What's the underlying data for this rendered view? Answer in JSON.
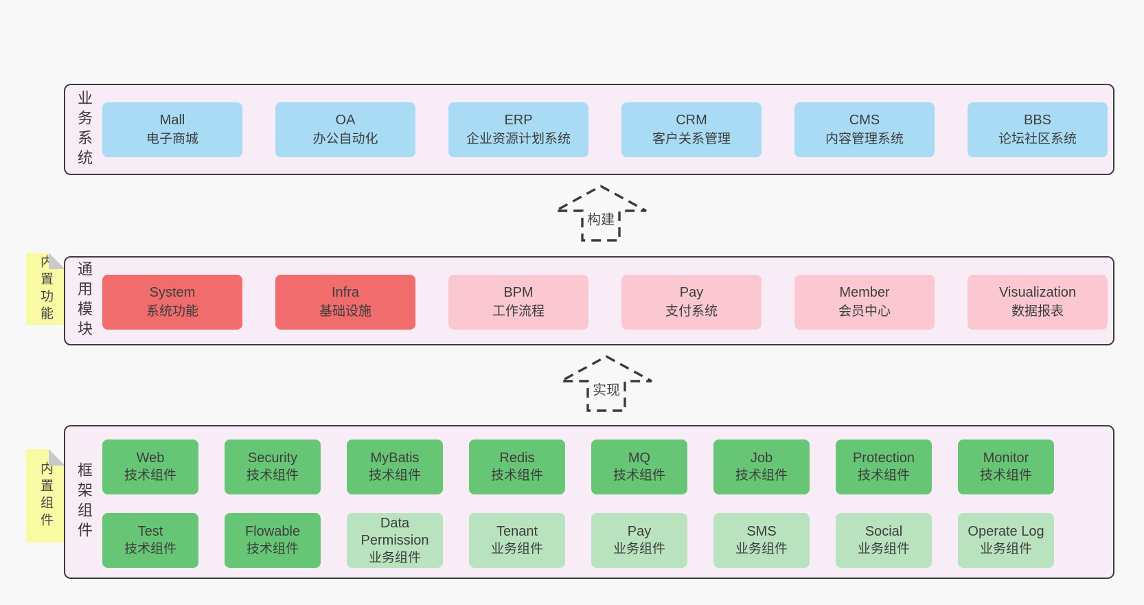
{
  "diagram": {
    "title": "yudao platform architecture",
    "arrows": {
      "build": "构建",
      "implement": "实现"
    },
    "colors": {
      "page_bg": "#f8f8f8",
      "panel_bg": "#f8edf6",
      "panel_border": "#3c3c3c",
      "blue_box": "#a9dbf5",
      "red_box": "#f16c6c",
      "pink_box": "#fbc8d2",
      "green_box": "#67c675",
      "light_green_box": "#b9e3bf",
      "sticky_yellow": "#fafaa4",
      "sticky_fold": "#c9c9c9",
      "dash_stroke": "#3a3a3a"
    },
    "sections": {
      "business": {
        "label": "业务系统",
        "boxes": [
          {
            "name": "Mall",
            "subtitle": "电子商城"
          },
          {
            "name": "OA",
            "subtitle": "办公自动化"
          },
          {
            "name": "ERP",
            "subtitle": "企业资源计划系统"
          },
          {
            "name": "CRM",
            "subtitle": "客户关系管理"
          },
          {
            "name": "CMS",
            "subtitle": "内容管理系统"
          },
          {
            "name": "BBS",
            "subtitle": "论坛社区系统"
          }
        ]
      },
      "modules": {
        "label": "通用模块",
        "sticky": "内置功能",
        "boxes": [
          {
            "name": "System",
            "subtitle": "系统功能",
            "variant": "red"
          },
          {
            "name": "Infra",
            "subtitle": "基础设施",
            "variant": "red"
          },
          {
            "name": "BPM",
            "subtitle": "工作流程",
            "variant": "pink"
          },
          {
            "name": "Pay",
            "subtitle": "支付系统",
            "variant": "pink"
          },
          {
            "name": "Member",
            "subtitle": "会员中心",
            "variant": "pink"
          },
          {
            "name": "Visualization",
            "subtitle": "数据报表",
            "variant": "pink"
          }
        ]
      },
      "framework": {
        "label": "框架组件",
        "sticky": "内置组件",
        "row1": [
          {
            "name": "Web",
            "subtitle": "技术组件"
          },
          {
            "name": "Security",
            "subtitle": "技术组件"
          },
          {
            "name": "MyBatis",
            "subtitle": "技术组件"
          },
          {
            "name": "Redis",
            "subtitle": "技术组件"
          },
          {
            "name": "MQ",
            "subtitle": "技术组件"
          },
          {
            "name": "Job",
            "subtitle": "技术组件"
          },
          {
            "name": "Protection",
            "subtitle": "技术组件"
          },
          {
            "name": "Monitor",
            "subtitle": "技术组件"
          }
        ],
        "row2": [
          {
            "name": "Test",
            "subtitle": "技术组件",
            "variant": "green"
          },
          {
            "name": "Flowable",
            "subtitle": "技术组件",
            "variant": "green"
          },
          {
            "name": "Data Permission",
            "subtitle": "业务组件",
            "variant": "lgreen"
          },
          {
            "name": "Tenant",
            "subtitle": "业务组件",
            "variant": "lgreen"
          },
          {
            "name": "Pay",
            "subtitle": "业务组件",
            "variant": "lgreen"
          },
          {
            "name": "SMS",
            "subtitle": "业务组件",
            "variant": "lgreen"
          },
          {
            "name": "Social",
            "subtitle": "业务组件",
            "variant": "lgreen"
          },
          {
            "name": "Operate Log",
            "subtitle": "业务组件",
            "variant": "lgreen"
          }
        ]
      }
    }
  }
}
